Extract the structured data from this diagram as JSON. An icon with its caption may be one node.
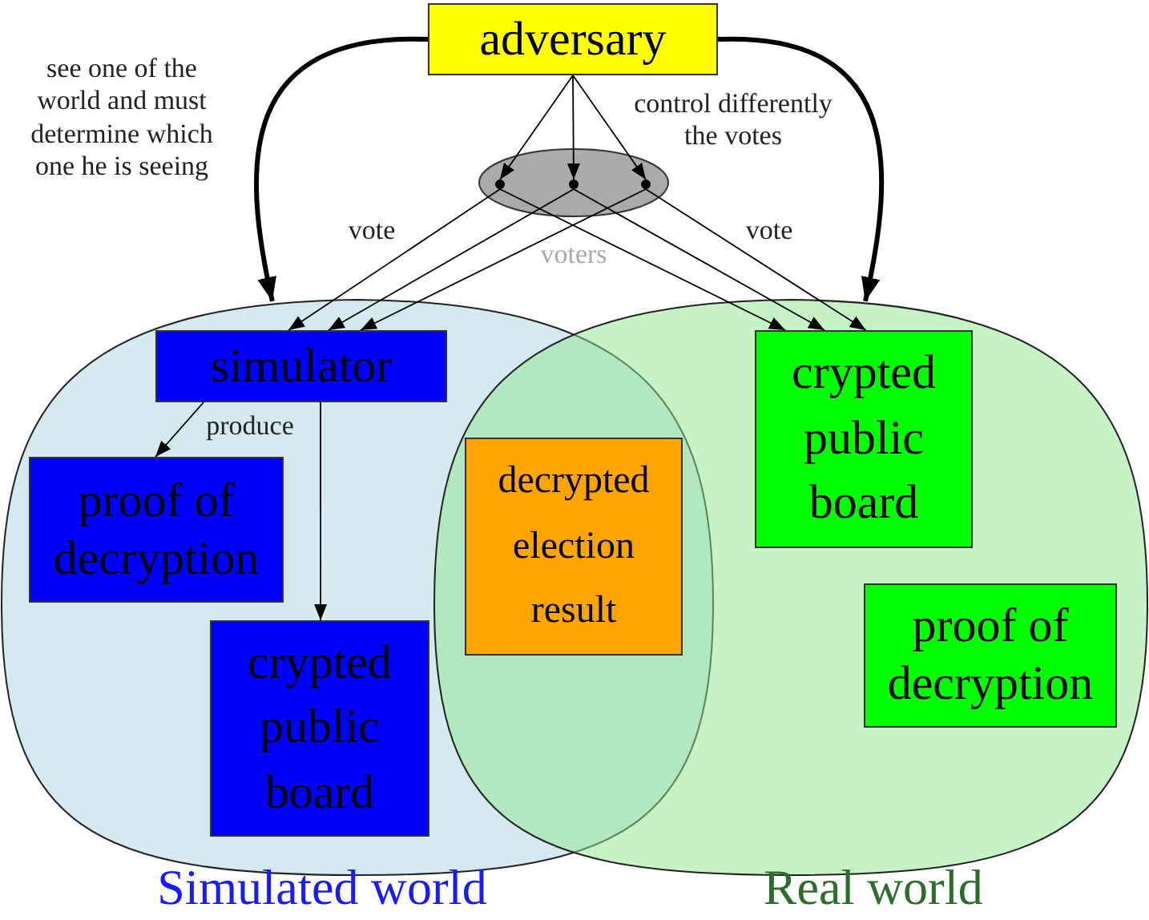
{
  "diagram": {
    "nodes": [
      {
        "text": [
          "adversary"
        ]
      },
      {
        "text": [
          "voters"
        ]
      },
      {
        "text": [],
        "shape": "circle",
        "in": 1
      },
      {
        "text": [],
        "shape": "circle",
        "in": 1
      },
      {
        "text": [],
        "shape": "circle",
        "in": 1
      },
      {
        "text": [
          "Simulated world"
        ]
      },
      {
        "text": [
          "simulator"
        ],
        "in": 5
      },
      {
        "text": [
          "proof of decryption"
        ],
        "in": 5
      },
      {
        "text": [
          "crypted public board"
        ],
        "in": 5
      },
      {
        "text": [
          "Real world"
        ]
      },
      {
        "text": [
          "decrypted election result"
        ]
      },
      {
        "text": [
          "crypted public board"
        ],
        "in": 9
      },
      {
        "text": [
          "proof of decryption"
        ],
        "in": 9
      }
    ],
    "edges": [
      {
        "from": 0,
        "to": 2,
        "arrow": "to"
      },
      {
        "from": 0,
        "to": 3,
        "arrow": "to"
      },
      {
        "from": 0,
        "to": 4,
        "arrow": "to"
      },
      {
        "from": 2,
        "to": 6,
        "arrow": "to"
      },
      {
        "from": 3,
        "to": 6,
        "arrow": "to",
        "label": "vote"
      },
      {
        "from": 4,
        "to": 6,
        "arrow": "to"
      },
      {
        "from": 2,
        "to": 11,
        "arrow": "to"
      },
      {
        "from": 3,
        "to": 11,
        "arrow": "to",
        "label": "vote"
      },
      {
        "from": 4,
        "to": 11,
        "arrow": "to"
      },
      {
        "from": 0,
        "to": 5,
        "arrow": "to",
        "style": "thick",
        "label": "see one of the world and must determine which one he is seeing"
      },
      {
        "from": 0,
        "to": 9,
        "arrow": "to",
        "style": "thick"
      },
      {
        "from": 6,
        "to": 7,
        "arrow": "to",
        "label": "produce"
      },
      {
        "from": 6,
        "to": 8,
        "arrow": "to"
      }
    ],
    "labels": [
      "control differently the votes"
    ]
  }
}
